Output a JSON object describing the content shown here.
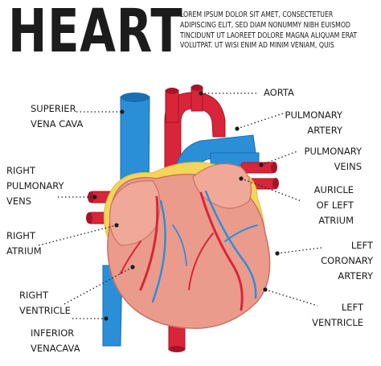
{
  "title": "HEART",
  "intro": "LOREM IPSUM DOLOR SIT AMET, CONSECTETUER ADIPISCING ELIT, SED DIAM NONUMMY NIBH EUISMOD TINCIDUNT UT LAOREET DOLORE MAGNA ALIQUAM ERAT VOLUTPAT. UT WISI ENIM AD MINIM VENIAM, QUIS",
  "labels": {
    "superior_vena_cava": "SUPERIER\nVENA CAVA",
    "right_pulmonary_veins": "RIGHT\nPULMONARY\nVENS",
    "right_atrium": "RIGHT\nATRIUM",
    "right_ventricle": "RIGHT\nVENTRICLE",
    "inferior_vena_cava": "INFERIOR\nVENACAVA",
    "aorta": "AORTA",
    "pulmonary_artery": "PULMONARY\nARTERY",
    "pulmonary_veins": "PULMONARY\nVEINS",
    "auricle_left_atrium": "AURICLE\nOF LEFT\nATRIUM",
    "left_coronary_artery": "LEFT\nCORONARY\nARTERY",
    "left_ventricle": "LEFT\nVENTRICLE"
  },
  "colors": {
    "vein_blue": "#2b8fd8",
    "artery_red": "#d8253a",
    "muscle_pink": "#eb9b8c",
    "fat_yellow": "#f4d55a"
  }
}
